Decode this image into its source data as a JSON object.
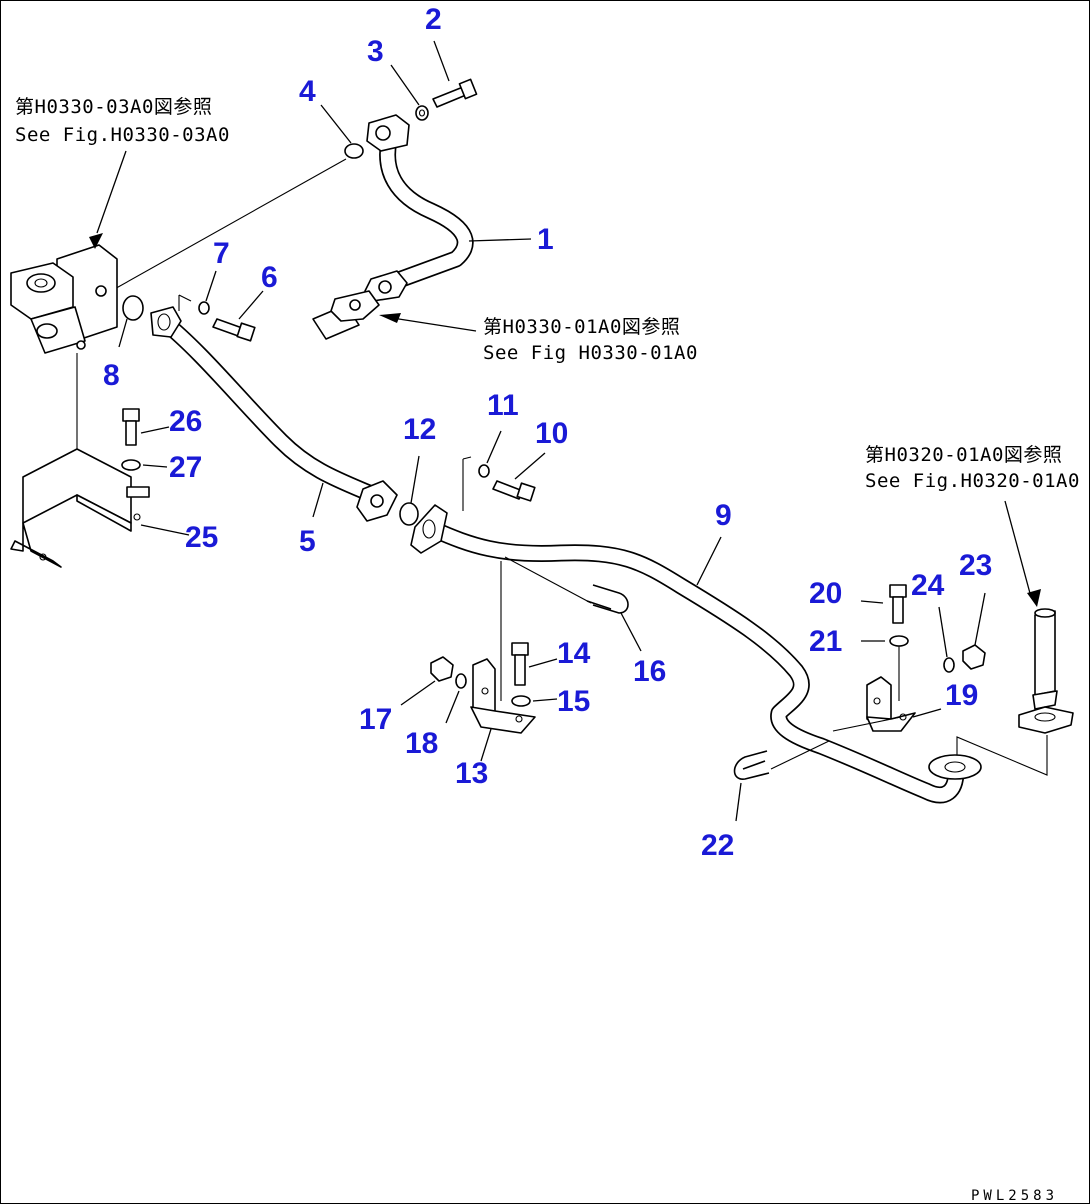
{
  "callouts": [
    {
      "id": "1",
      "text": "1"
    },
    {
      "id": "2",
      "text": "2"
    },
    {
      "id": "3",
      "text": "3"
    },
    {
      "id": "4",
      "text": "4"
    },
    {
      "id": "5",
      "text": "5"
    },
    {
      "id": "6",
      "text": "6"
    },
    {
      "id": "7",
      "text": "7"
    },
    {
      "id": "8",
      "text": "8"
    },
    {
      "id": "9",
      "text": "9"
    },
    {
      "id": "10",
      "text": "10"
    },
    {
      "id": "11",
      "text": "11"
    },
    {
      "id": "12",
      "text": "12"
    },
    {
      "id": "13",
      "text": "13"
    },
    {
      "id": "14",
      "text": "14"
    },
    {
      "id": "15",
      "text": "15"
    },
    {
      "id": "16",
      "text": "16"
    },
    {
      "id": "17",
      "text": "17"
    },
    {
      "id": "18",
      "text": "18"
    },
    {
      "id": "19",
      "text": "19"
    },
    {
      "id": "20",
      "text": "20"
    },
    {
      "id": "21",
      "text": "21"
    },
    {
      "id": "22",
      "text": "22"
    },
    {
      "id": "23",
      "text": "23"
    },
    {
      "id": "24",
      "text": "24"
    },
    {
      "id": "25",
      "text": "25"
    },
    {
      "id": "26",
      "text": "26"
    },
    {
      "id": "27",
      "text": "27"
    }
  ],
  "references": {
    "ref_a": {
      "jp": "第H0330-03A0図参照",
      "en": "See Fig.H0330-03A0"
    },
    "ref_b": {
      "jp": "第H0330-01A0図参照",
      "en": "See Fig H0330-01A0"
    },
    "ref_c": {
      "jp": "第H0320-01A0図参照",
      "en": "See Fig.H0320-01A0"
    }
  },
  "drawing_code": "PWL2583",
  "label_color": "#1a1ad6"
}
